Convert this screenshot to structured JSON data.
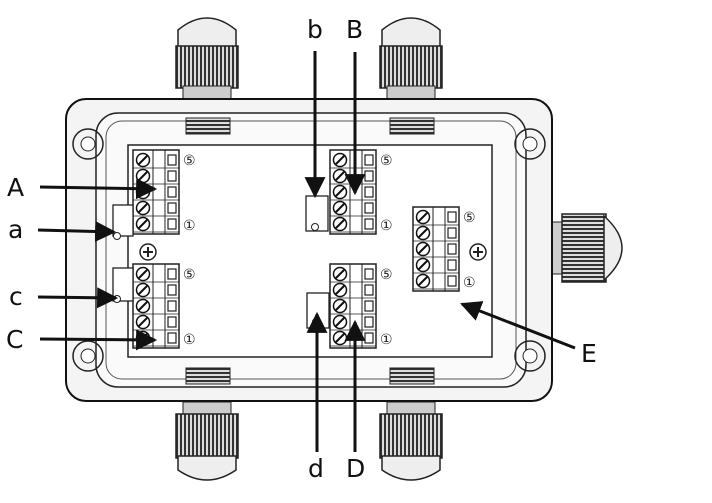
{
  "labels": {
    "A": "A",
    "a": "a",
    "c": "c",
    "C": "C",
    "b": "b",
    "B": "B",
    "d": "d",
    "D": "D",
    "E": "E"
  },
  "terminal_marks": {
    "top": "⑤",
    "bottom": "①"
  }
}
